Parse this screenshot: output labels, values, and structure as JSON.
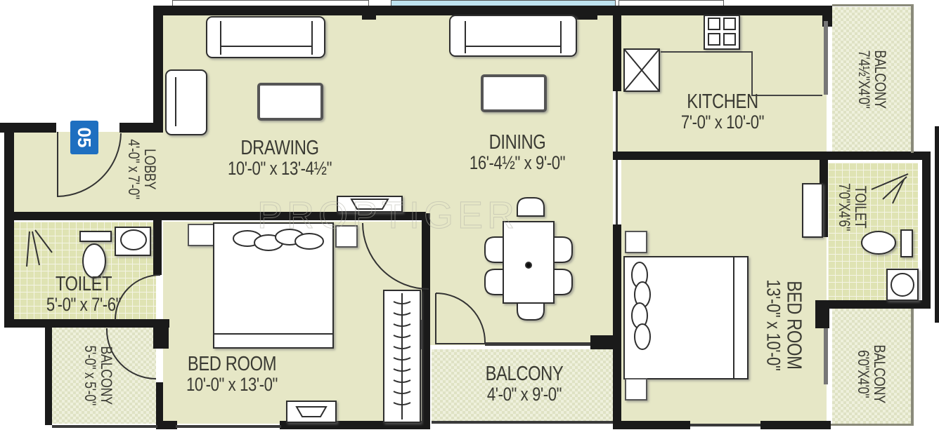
{
  "plan": {
    "type": "floor-plan",
    "unit_badge": "05",
    "watermark": "PROPTIGER",
    "colors": {
      "floor": "#e6e7c6",
      "wet_floor_tile": "#dfe3b3",
      "balcony": "#eef0dc",
      "wall": "#1a1a1a",
      "window_glass": "#bfe3f0",
      "badge": "#1e6fc0",
      "text": "#3a3a33"
    },
    "rooms": {
      "drawing": {
        "name": "DRAWING",
        "dim": "10'-0\" x 13'-4½\""
      },
      "dining": {
        "name": "DINING",
        "dim": "16'-4½\" x 9'-0\""
      },
      "kitchen": {
        "name": "KITCHEN",
        "dim": "7'-0\" x 10'-0\""
      },
      "balcony_kitchen": {
        "name": "BALCONY",
        "dim": "7'4½\"X4'0\""
      },
      "lobby": {
        "name": "LOBBY",
        "dim": "4'-0\" x 7'-0\""
      },
      "toilet_left": {
        "name": "TOILET",
        "dim": "5'-0\" x 7'-6\""
      },
      "balcony_left": {
        "name": "BALCONY",
        "dim": "5'-0\" x 5'-0\""
      },
      "bedroom_left": {
        "name": "BED ROOM",
        "dim": "10'-0\" x 13'-0\""
      },
      "balcony_center": {
        "name": "BALCONY",
        "dim": "4'-0\" x 9'-0\""
      },
      "bedroom_right": {
        "name": "BED ROOM",
        "dim": "13'-0\" x 10'-0\""
      },
      "toilet_right": {
        "name": "TOILET",
        "dim": "7'0\"X4'6\""
      },
      "balcony_right": {
        "name": "BALCONY",
        "dim": "6'0\"X4'0\""
      }
    },
    "furniture": [
      "sofa",
      "armchair",
      "coffee-table",
      "side-table",
      "dining-table-6-seat",
      "double-bed",
      "wardrobe",
      "wash-basin",
      "water-closet",
      "shower",
      "cooking-hob",
      "kitchen-sink"
    ]
  }
}
